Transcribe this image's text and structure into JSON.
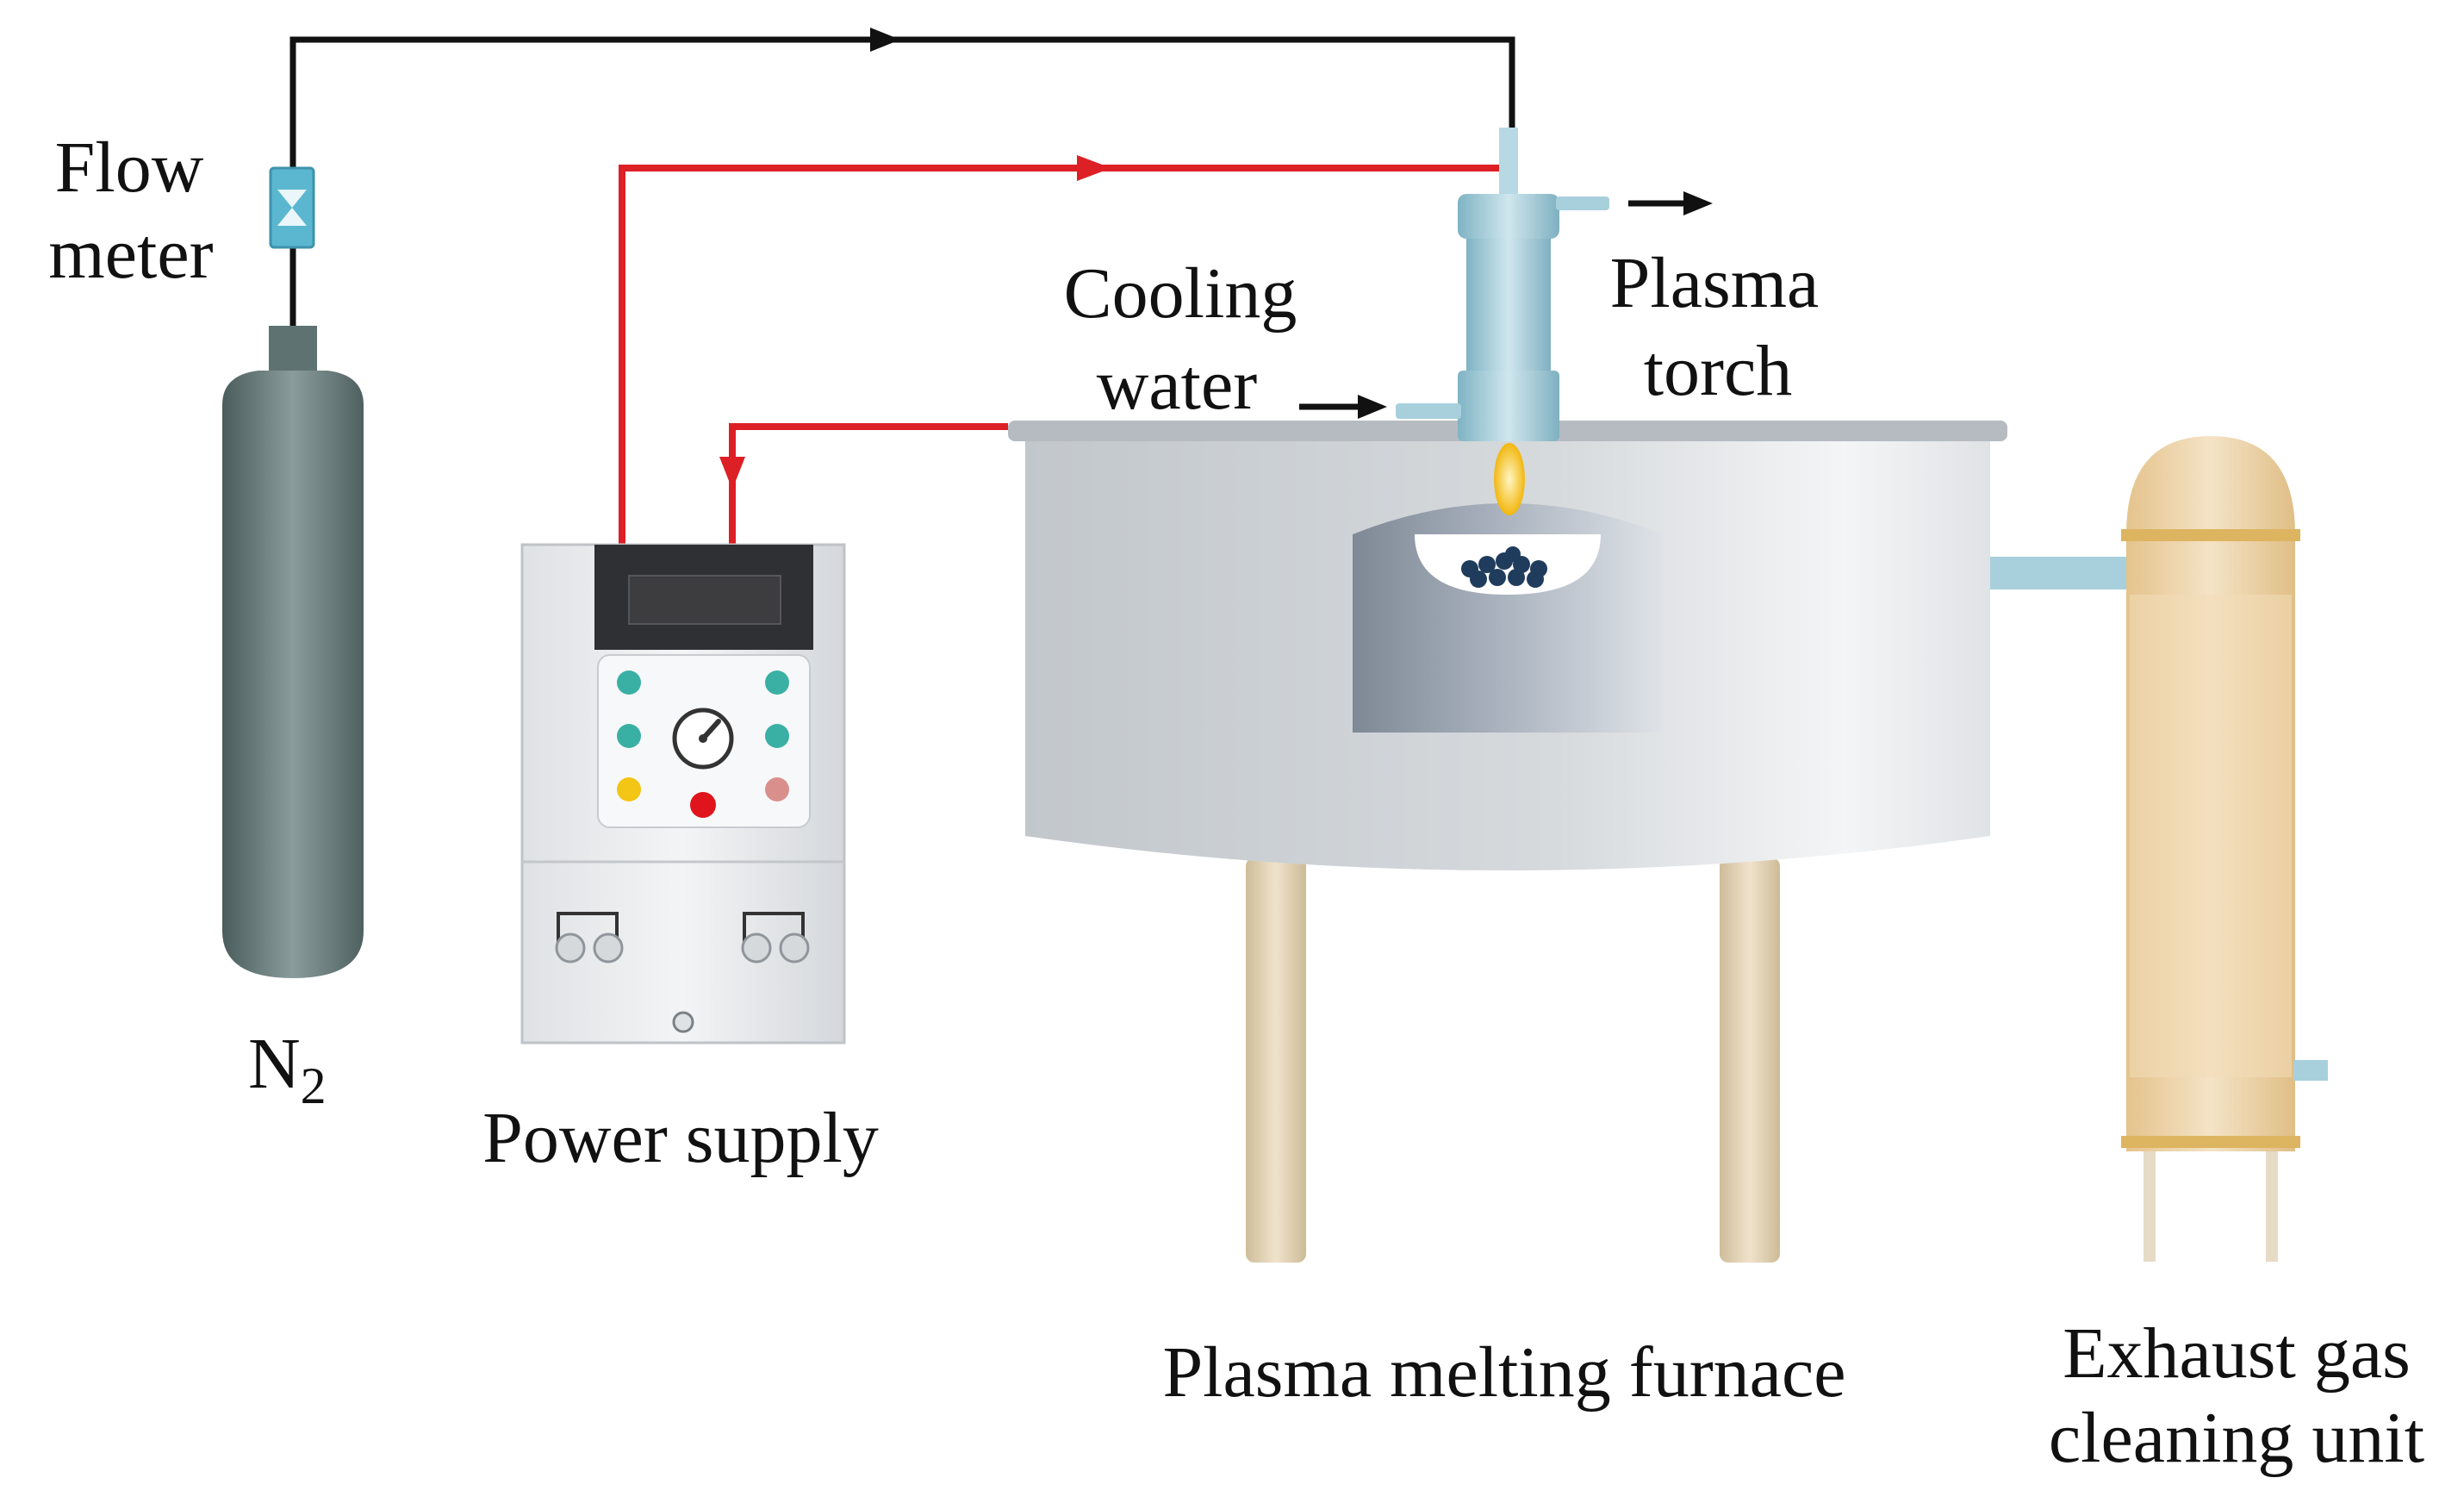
{
  "labels": {
    "flow_meter_line1": "Flow",
    "flow_meter_line2": "meter",
    "n2_base": "N",
    "n2_sub": "2",
    "power_supply": "Power supply",
    "cooling_water_line1": "Cooling",
    "cooling_water_line2": "water",
    "plasma_torch_line1": "Plasma",
    "plasma_torch_line2": "torch",
    "furnace": "Plasma melting furnace",
    "exhaust_line1": "Exhaust gas",
    "exhaust_line2": "cleaning unit"
  },
  "colors": {
    "gas_line": "#111111",
    "power_line": "#dd1f26",
    "cylinder": "#5f7272",
    "flow_meter": "#5bb7cf",
    "furnace_body": "#c9ced3",
    "furnace_legs": "#e2d3b6",
    "exhaust_unit": "#e8cfa2",
    "torch": "#9dc9d6",
    "flame": "#f2c316",
    "panel_teal": "#3ab0a5",
    "panel_yellow": "#f3c514",
    "panel_red": "#e0141c",
    "panel_pink": "#d9908c",
    "display": "#3a3a3a"
  }
}
